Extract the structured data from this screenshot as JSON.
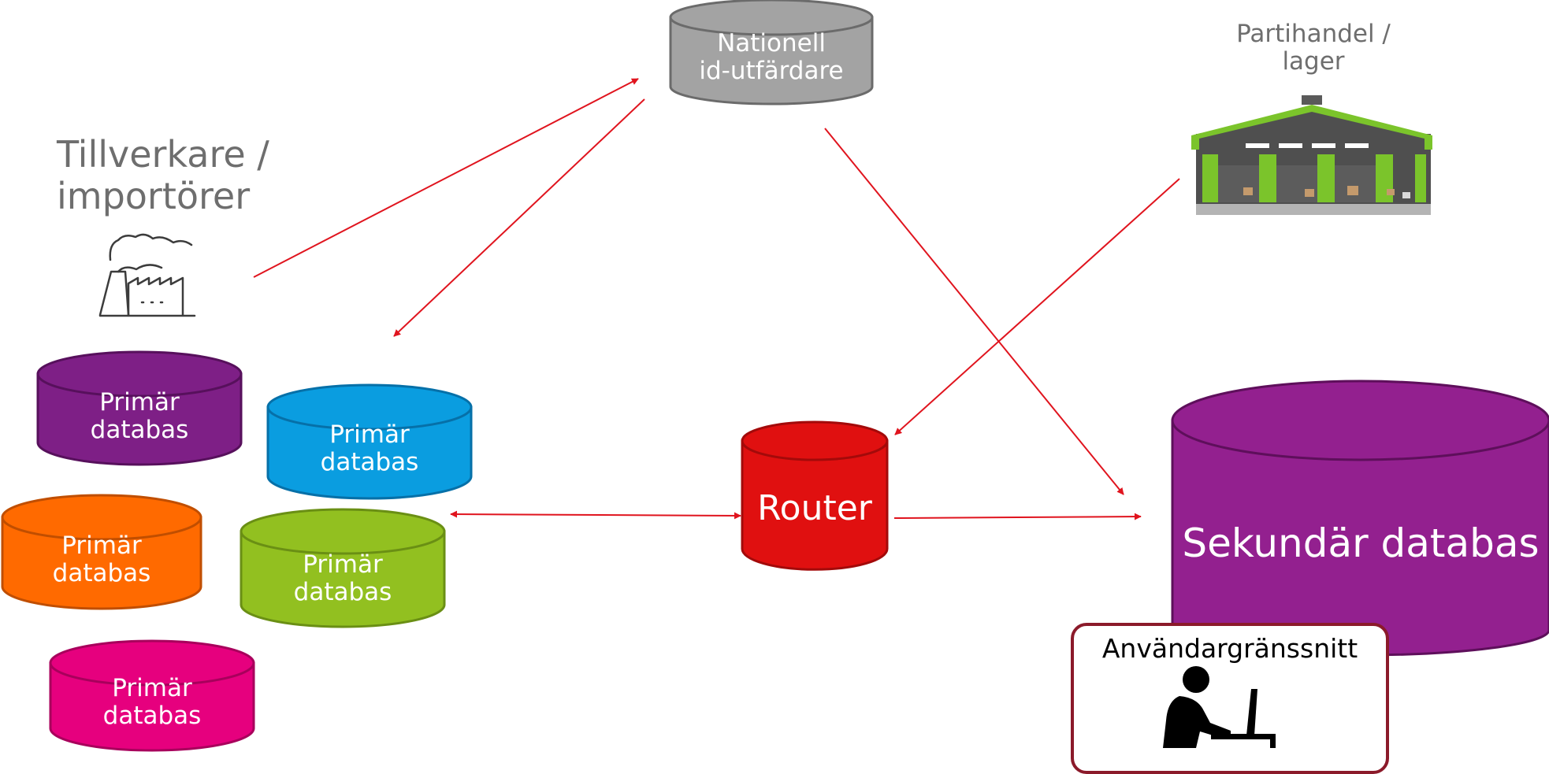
{
  "diagram": {
    "issuer": {
      "line1": "Nationell",
      "line2": "id-utfärdare",
      "color": "#a3a3a3"
    },
    "manufacturers": {
      "line1": "Tillverkare /",
      "line2": "importörer",
      "icon": "factory-icon"
    },
    "wholesale": {
      "line1": "Partihandel /",
      "line2": "lager",
      "icon": "warehouse-icon"
    },
    "primary_databases": [
      {
        "line1": "Primär",
        "line2": "databas",
        "color": "#7e1f86"
      },
      {
        "line1": "Primär",
        "line2": "databas",
        "color": "#0a9de0"
      },
      {
        "line1": "Primär",
        "line2": "databas",
        "color": "#ff6a00"
      },
      {
        "line1": "Primär",
        "line2": "databas",
        "color": "#92c020"
      },
      {
        "line1": "Primär",
        "line2": "databas",
        "color": "#e6007e"
      }
    ],
    "router": {
      "label": "Router",
      "color": "#e01010"
    },
    "secondary": {
      "label": "Sekundär databas",
      "color": "#93208f"
    },
    "user_interface": {
      "label": "Användargränssnitt",
      "icon": "user-at-computer-icon",
      "border_color": "#8b1a2a"
    },
    "arrow_color": "#e0141e"
  }
}
